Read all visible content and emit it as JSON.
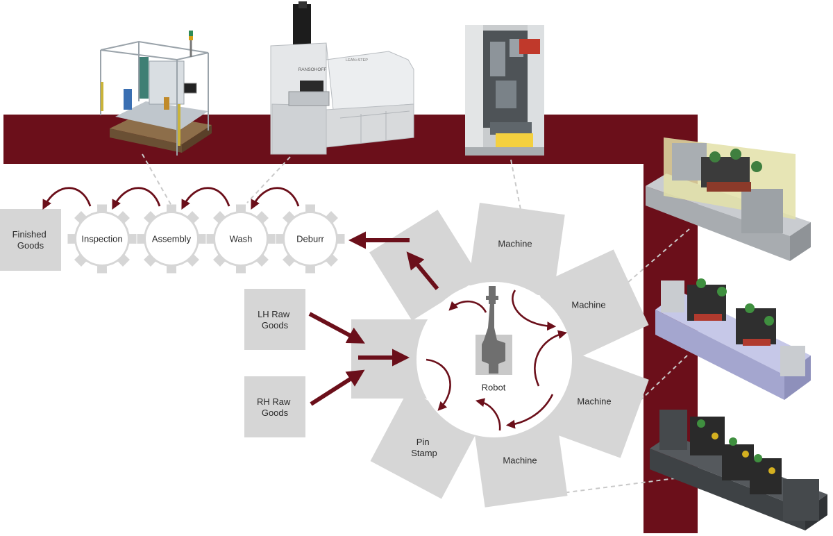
{
  "colors": {
    "accent": "#6b0f1a",
    "block": "#d6d6d6",
    "text": "#2b2b2b",
    "robot": "#6f6f6f"
  },
  "line": {
    "finished_goods": [
      "Finished",
      "Goods"
    ],
    "inspection": "Inspection",
    "assembly": "Assembly",
    "wash": "Wash",
    "deburr": "Deburr"
  },
  "inputs": {
    "lh_raw_goods": [
      "LH Raw",
      "Goods"
    ],
    "rh_raw_goods": [
      "RH Raw",
      "Goods"
    ]
  },
  "cell": {
    "robot": "Robot",
    "stations": {
      "machine_top": "Machine",
      "machine_upper_right": "Machine",
      "machine_lower_right": "Machine",
      "machine_bottom": "Machine",
      "pin_stamp": [
        "Pin",
        "Stamp"
      ]
    }
  },
  "images": {
    "assembly_station": "assembly-station-icon",
    "wash_machine": "ransohoff-wash-machine-icon",
    "deburr_machine": "deburr-machine-icon",
    "fixture_1": "machining-fixture-icon",
    "fixture_2": "machining-fixture-icon",
    "fixture_3": "machining-fixture-icon"
  },
  "machine_brand": [
    "RANSOHOFF",
    "LEAN+STEP"
  ]
}
